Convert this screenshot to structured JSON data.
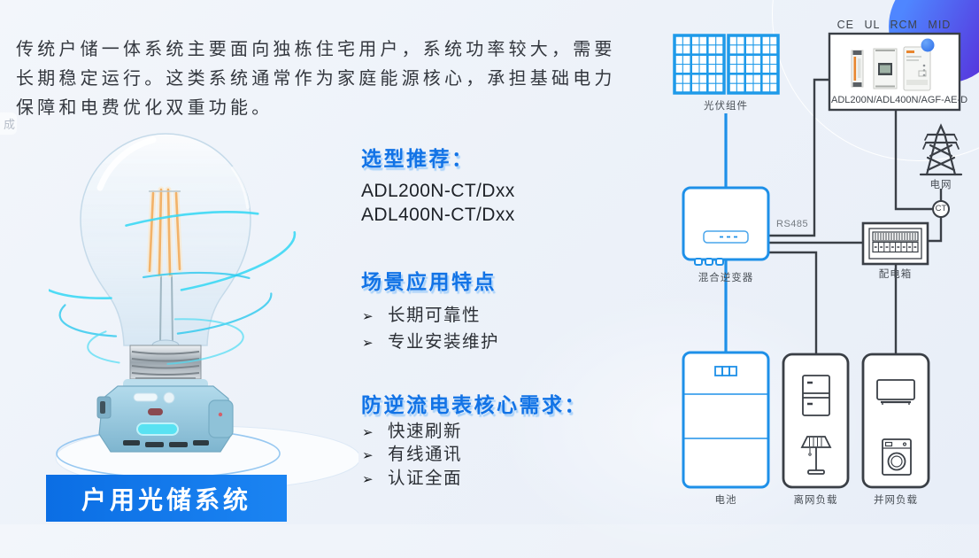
{
  "slide": {
    "intro_lines": [
      "传统户储一体系统主要面向独栋住宅用户，系统功率较大，需要",
      "长期稳定运行。这类系统通常作为家庭能源核心，承担基础电力",
      "保障和电费优化双重功能。"
    ],
    "watermark": "成",
    "banner": "户用光储系统",
    "sections": {
      "selection": {
        "title": "选型推荐：",
        "models": [
          "ADL200N-CT/Dxx",
          "ADL400N-CT/Dxx"
        ]
      },
      "features": {
        "title": "场景应用特点",
        "bullet": "➢",
        "items": [
          "长期可靠性",
          "专业安装维护"
        ]
      },
      "requirements": {
        "title": "防逆流电表核心需求：",
        "bullet": "➢",
        "items": [
          "快速刷新",
          "有线通讯",
          "认证全面"
        ]
      }
    },
    "diagram": {
      "certifications": "CE UL RCM MID",
      "bus_label": "RS485",
      "nodes": {
        "pv": "光伏组件",
        "meters": "ADL200N/ADL400N/AGF-AE-D",
        "inverter": "混合逆变器",
        "grid": "电网",
        "ct": "CT",
        "distribution_box": "配电箱",
        "battery": "电池",
        "offgrid_loads": "离网负载",
        "ongrid_loads": "并网负载"
      }
    },
    "colors": {
      "accent_blue": "#1273e6",
      "panel_blue": "#1e9ae9",
      "device_blue": "#1e90e8",
      "wire_dark": "#3a3f46",
      "banner_blue": "#0d72e6",
      "swirl_cyan": "#35d6f2"
    }
  }
}
